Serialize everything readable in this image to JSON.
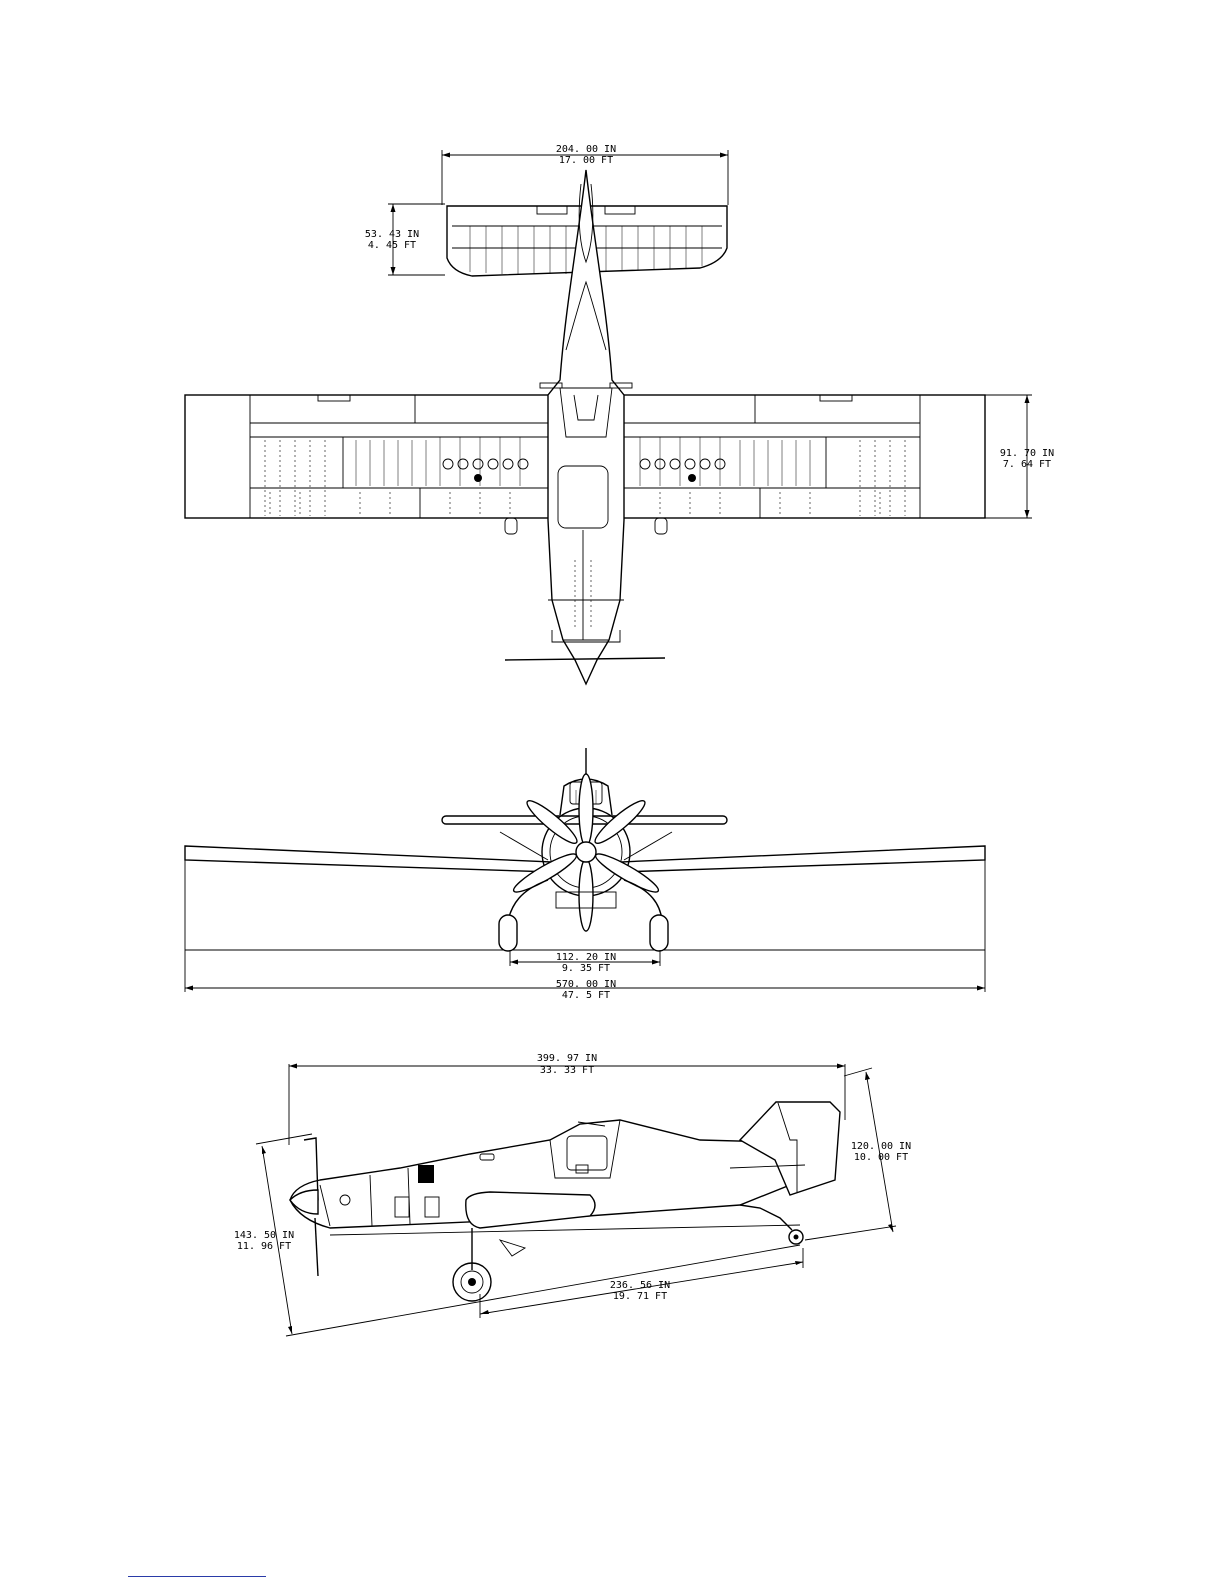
{
  "top_view": {
    "tail_span": {
      "inches": "204. 00  IN",
      "feet": "17. 00  FT"
    },
    "tail_chord": {
      "inches": "53. 43  IN",
      "feet": "4. 45  FT"
    },
    "wing_chord": {
      "inches": "91. 70  IN",
      "feet": "7. 64  FT"
    }
  },
  "front_view": {
    "main_gear_track": {
      "inches": "112. 20  IN",
      "feet": "9. 35  FT"
    },
    "wing_span": {
      "inches": "570. 00  IN",
      "feet": "47. 5  FT"
    }
  },
  "side_view": {
    "overall_length": {
      "inches": "399. 97  IN",
      "feet": "33. 33  FT"
    },
    "tail_height": {
      "inches": "120. 00  IN",
      "feet": "10. 00  FT"
    },
    "prop_height": {
      "inches": "143. 50  IN",
      "feet": "11. 96  FT"
    },
    "wheelbase": {
      "inches": "236. 56  IN",
      "feet": "19. 71  FT"
    }
  },
  "colors": {
    "line": "#000000",
    "paper": "#ffffff",
    "footer_link": "#2a3ba8"
  }
}
